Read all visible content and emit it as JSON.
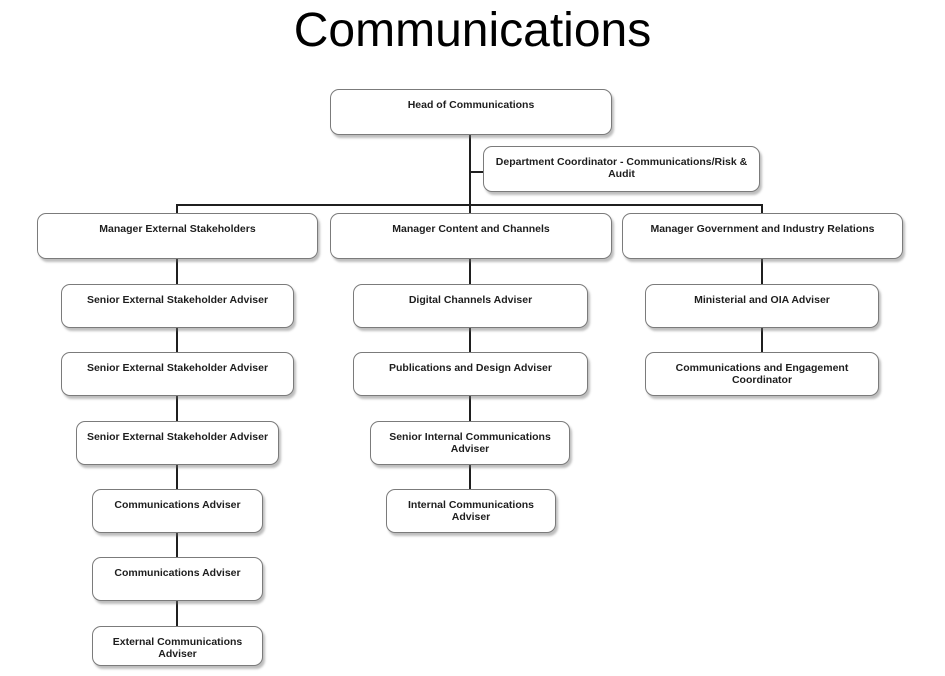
{
  "page": {
    "title": "Communications"
  },
  "style_colors": {
    "node_fill": "#ffffff",
    "node_border": "#7b7b7b",
    "node_text": "#1e1e1e",
    "connector": "#1f1f1f",
    "title_text": "#000000"
  },
  "org": {
    "root": {
      "label": "Head of Communications"
    },
    "coordinator": {
      "label": "Department Coordinator - Communications/Risk & Audit"
    },
    "columns": [
      {
        "manager": "Manager External Stakeholders",
        "children": [
          "Senior External Stakeholder Adviser",
          "Senior External Stakeholder Adviser",
          "Senior External Stakeholder Adviser",
          "Communications Adviser",
          "Communications Adviser",
          "External Communications Adviser"
        ]
      },
      {
        "manager": "Manager Content and Channels",
        "children": [
          "Digital Channels Adviser",
          "Publications and Design Adviser",
          "Senior Internal Communications Adviser",
          "Internal Communications Adviser"
        ]
      },
      {
        "manager": "Manager Government and Industry Relations",
        "children": [
          "Ministerial and OIA Adviser",
          "Communications and Engagement Coordinator"
        ]
      }
    ]
  }
}
